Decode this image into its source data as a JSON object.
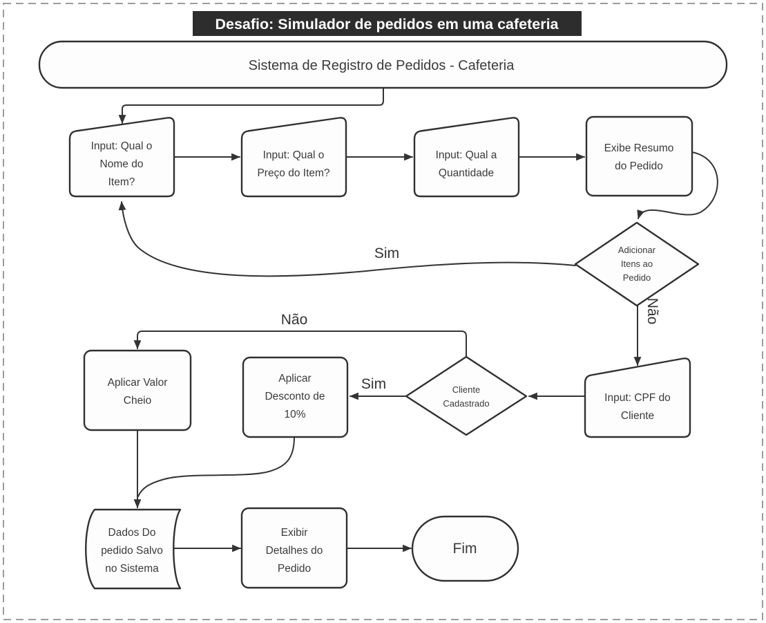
{
  "title": {
    "text": "Desafio: Simulador de pedidos em uma cafeteria",
    "bg": "#2d2d2d",
    "fg": "#ffffff"
  },
  "colors": {
    "frame_border": "#9b9b9b",
    "shape_stroke": "#303030",
    "shape_fill": "#fdfdfd",
    "edge_stroke": "#333333",
    "text": "#3a3a3a",
    "background": "#ffffff"
  },
  "nodes": {
    "start": {
      "label": "Sistema de Registro de Pedidos - Cafeteria",
      "shape": "rounded-rectangle"
    },
    "input_nome": {
      "lines": [
        "Input: Qual o",
        "Nome do",
        "Item?"
      ],
      "shape": "manual-input"
    },
    "input_preco": {
      "lines": [
        "Input: Qual o",
        "Preço do Item?"
      ],
      "shape": "manual-input"
    },
    "input_qtd": {
      "lines": [
        "Input: Qual a",
        "Quantidade"
      ],
      "shape": "manual-input"
    },
    "exibe_resumo": {
      "lines": [
        "Exibe Resumo",
        "do Pedido"
      ],
      "shape": "rectangle"
    },
    "dec_adicionar": {
      "lines": [
        "Adicionar",
        "Itens ao",
        "Pedido"
      ],
      "shape": "diamond"
    },
    "input_cpf": {
      "lines": [
        "Input: CPF do",
        "Cliente"
      ],
      "shape": "manual-input"
    },
    "dec_cliente": {
      "lines": [
        "Cliente",
        "Cadastrado"
      ],
      "shape": "diamond"
    },
    "aplicar_desconto": {
      "lines": [
        "Aplicar",
        "Desconto de",
        "10%"
      ],
      "shape": "rectangle"
    },
    "aplicar_valor_cheio": {
      "lines": [
        "Aplicar Valor",
        "Cheio"
      ],
      "shape": "rectangle"
    },
    "dados_salvos": {
      "lines": [
        "Dados Do",
        "pedido Salvo",
        "no Sistema"
      ],
      "shape": "stored-data"
    },
    "exibir_detalhes": {
      "lines": [
        "Exibir",
        "Detalhes do",
        "Pedido"
      ],
      "shape": "rectangle"
    },
    "fim": {
      "label": "Fim",
      "shape": "stadium"
    }
  },
  "edge_labels": {
    "sim_loop": "Sim",
    "nao_down": "Não",
    "nao_valor_cheio": "Não",
    "sim_desconto": "Sim"
  }
}
